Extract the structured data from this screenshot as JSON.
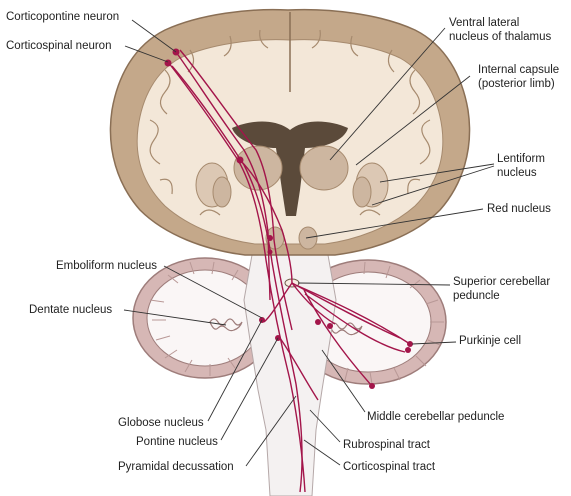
{
  "labels": {
    "corticopontine_neuron": "Corticopontine neuron",
    "corticospinal_neuron": "Corticospinal neuron",
    "ventral_lateral_nucleus_line1": "Ventral lateral",
    "ventral_lateral_nucleus_line2": "nucleus of thalamus",
    "internal_capsule_line1": "Internal capsule",
    "internal_capsule_line2": "(posterior limb)",
    "lentiform_line1": "Lentiform",
    "lentiform_line2": "nucleus",
    "red_nucleus": "Red nucleus",
    "emboliform_nucleus": "Emboliform nucleus",
    "superior_cerebellar_line1": "Superior cerebellar",
    "superior_cerebellar_line2": "peduncle",
    "dentate_nucleus": "Dentate nucleus",
    "purkinje_cell": "Purkinje cell",
    "middle_cerebellar_peduncle": "Middle cerebellar peduncle",
    "globose_nucleus": "Globose nucleus",
    "pontine_nucleus": "Pontine nucleus",
    "rubrospinal_tract": "Rubrospinal tract",
    "pyramidal_decussation": "Pyramidal decussation",
    "corticospinal_tract": "Corticospinal tract"
  },
  "colors": {
    "cortex_tan": "#c4a88a",
    "white_matter": "#f3e7d8",
    "cortex_outline": "#8a6f55",
    "ventricle": "#5b4a3a",
    "nucleus_fill": "#cdb6a0",
    "cerebellum_rose": "#d6b7b5",
    "cerebellum_outline": "#9e7d7b",
    "brainstem": "#f4f1f1",
    "pathway": "#a3154a",
    "leader": "#333333"
  }
}
